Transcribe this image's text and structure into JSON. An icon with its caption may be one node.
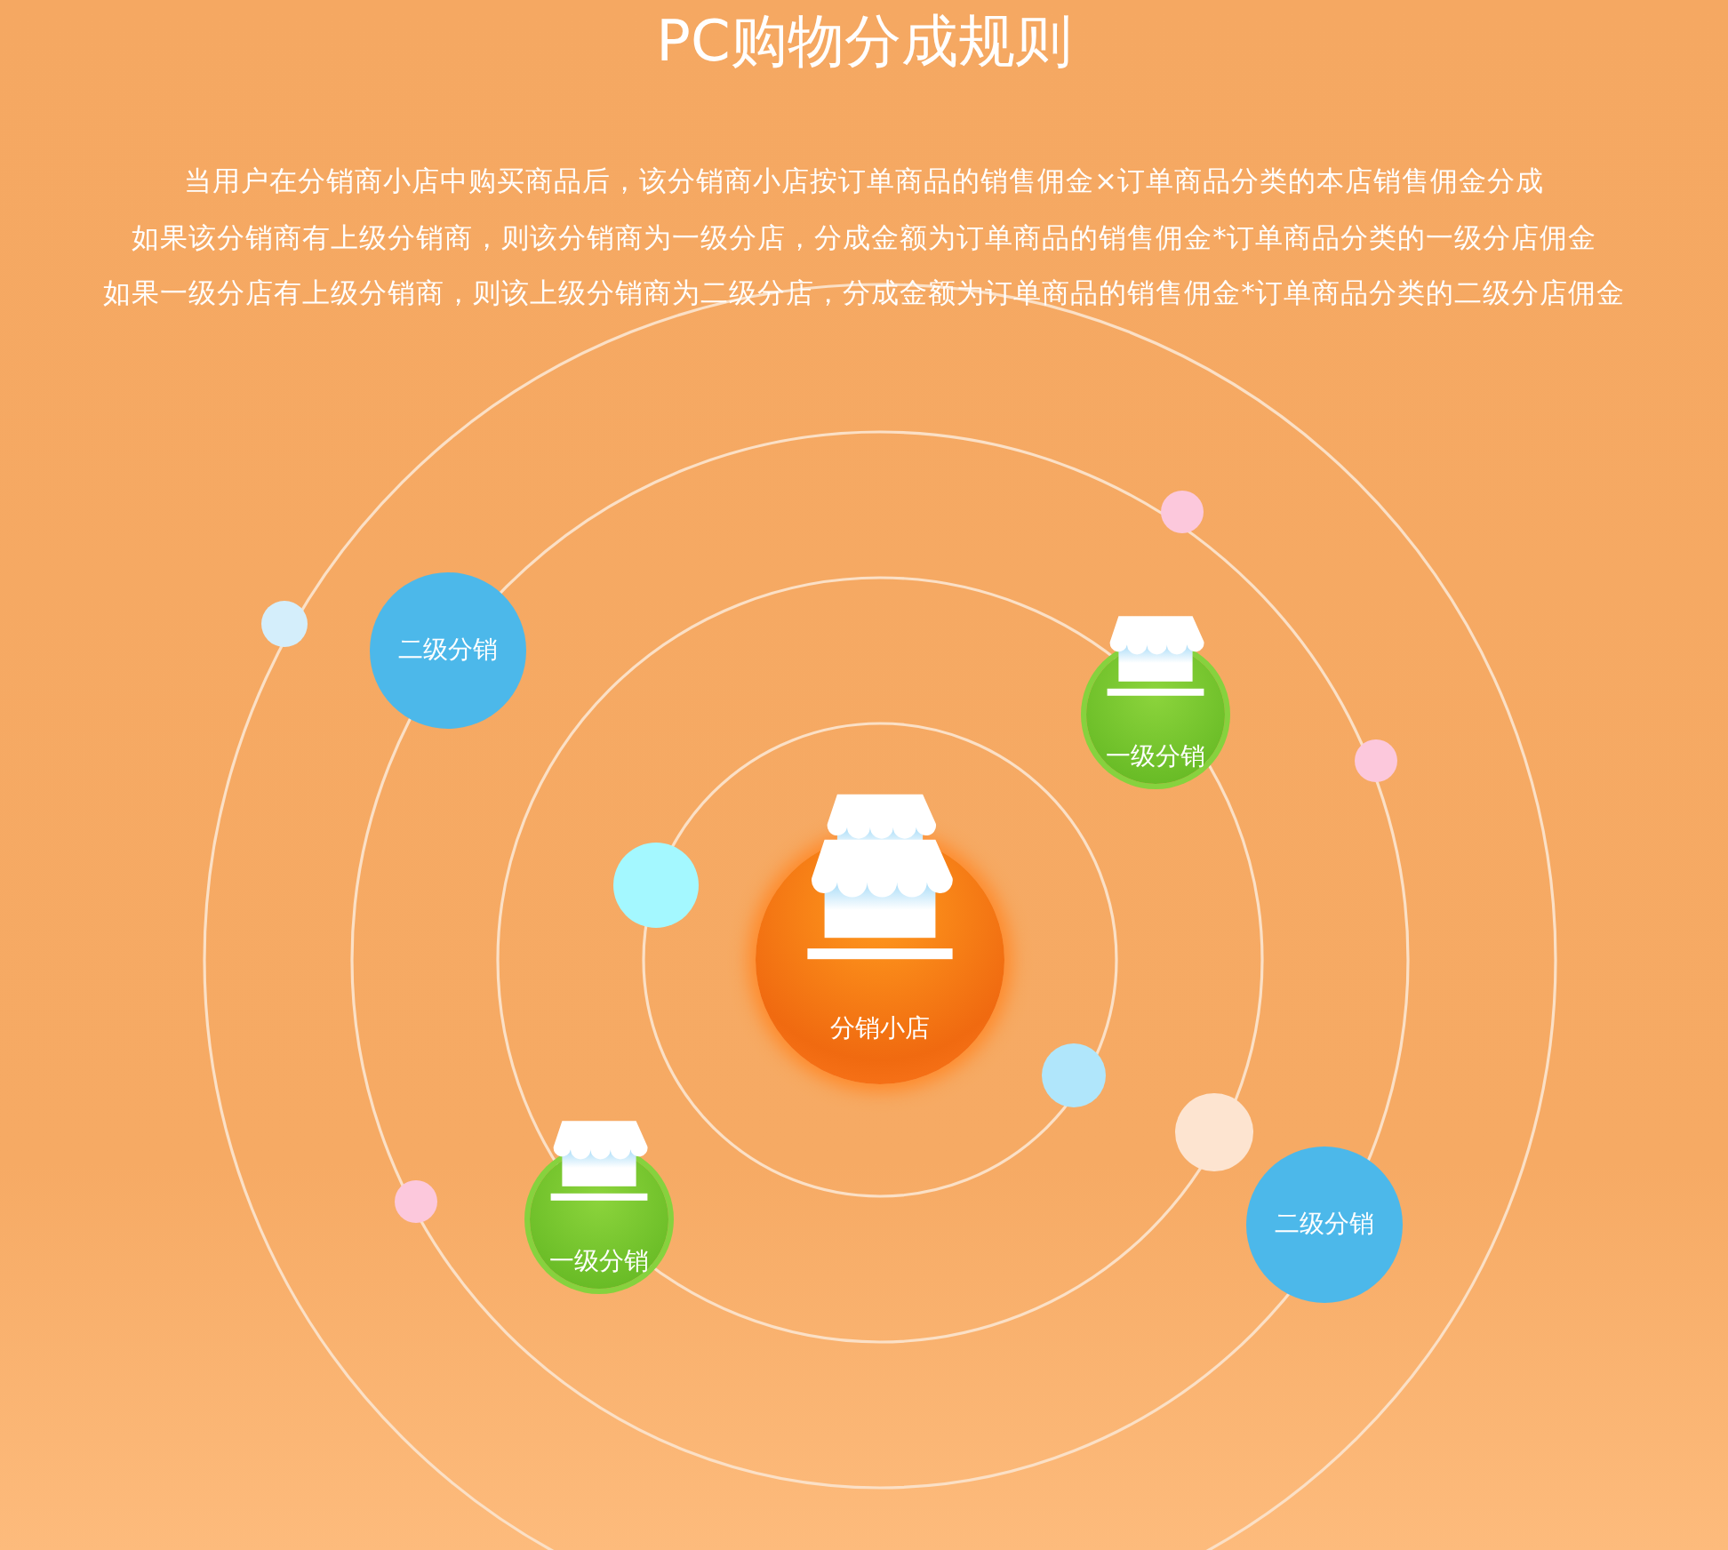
{
  "diagram": {
    "title": "PC购物分成规则",
    "nodes": [
      {
        "text": [
          "分销小店"
        ]
      },
      {
        "text": [
          "一级分销"
        ]
      },
      {
        "text": [
          "一级分销"
        ]
      },
      {
        "text": [
          "二级分销"
        ]
      },
      {
        "text": [
          "二级分销"
        ]
      }
    ],
    "edges": [],
    "labels": [
      "当用户在分销商小店中购买商品后，该分销商小店按订单商品的销售佣金×订单商品分类的本店销售佣金分成",
      "如果该分销商有上级分销商，则该分销商为一级分店，分成金额为订单商品的销售佣金*订单商品分类的一级分店佣金",
      "如果一级分店有上级分销商，则该上级分销商为二级分店，分成金额为订单商品的销售佣金*订单商品分类的二级分店佣金"
    ]
  }
}
